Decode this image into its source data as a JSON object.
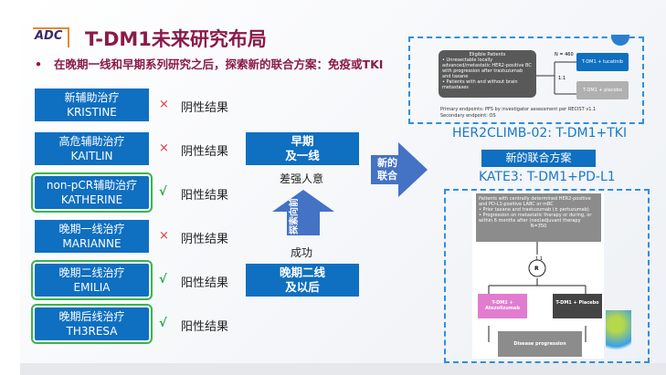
{
  "header": {
    "logo": "ADC",
    "title": "T-DM1未来研究布局",
    "bullet": "在晚期一线和早期系列研究之后，探索新的联合方案：免疫或TKI"
  },
  "trials": [
    {
      "cn": "新辅助治疗",
      "en": "KRISTINE",
      "mark": "×",
      "result": "阴性结果",
      "positive": false
    },
    {
      "cn": "高危辅助治疗",
      "en": "KAITLIN",
      "mark": "×",
      "result": "阴性结果",
      "positive": false
    },
    {
      "cn": "non-pCR辅助治疗",
      "en": "KATHERINE",
      "mark": "√",
      "result": "阳性结果",
      "positive": true
    },
    {
      "cn": "晚期一线治疗",
      "en": "MARIANNE",
      "mark": "×",
      "result": "阴性结果",
      "positive": false
    },
    {
      "cn": "晚期二线治疗",
      "en": "EMILIA",
      "mark": "√",
      "result": "阳性结果",
      "positive": true
    },
    {
      "cn": "晚期后线治疗",
      "en": "TH3RESA",
      "mark": "√",
      "result": "阳性结果",
      "positive": true
    }
  ],
  "middle": {
    "early_l1": "早期",
    "early_l2": "及一线",
    "early_note": "差强人意",
    "up_arrow": "探索向前",
    "success": "成功",
    "late_l1": "晚期二线",
    "late_l2": "及以后",
    "right_arrow_l1": "新的",
    "right_arrow_l2": "联合"
  },
  "her2climb": {
    "title": "HER2CLIMB-02: T-DM1+TKI",
    "eligible_title": "Eligible Patients",
    "eligible_1": "Unresectable locally advanced/metastatic HER2-positive BC with progression after trastuzumab and taxane",
    "eligible_2": "Patients with and without brain metastases",
    "n": "N = 460",
    "ratio": "1:1",
    "arm1": "T-DM1 + tucatinib",
    "arm2": "T-DM1 + placebo",
    "primary": "Primary endpoints: PFS by investigator assessment per RECIST v1.1",
    "secondary": "Secondary endpoint: OS"
  },
  "new_combo": "新的联合方案",
  "kate3": {
    "title": "KATE3: T-DM1+PD-L1",
    "patients": "Patients with centrally determined HER2-positive and PD-L1-positive LABC or mBC",
    "p1": "Prior taxane and trastuzumab (± pertuzumab)",
    "p2": "Progression on metastatic therapy or during, or within 6 months after (neo)adjuvant therapy",
    "n": "N=350",
    "ratio": "1:1",
    "r": "R",
    "arm1": "T-DM1 + Atezolizumab",
    "arm2": "T-DM1 + Placebo",
    "end": "Disease progression"
  },
  "colors": {
    "accent": "#0f6fc0",
    "title": "#8b1a4a",
    "positive": "#22a83a",
    "negative": "#e03a3a"
  }
}
